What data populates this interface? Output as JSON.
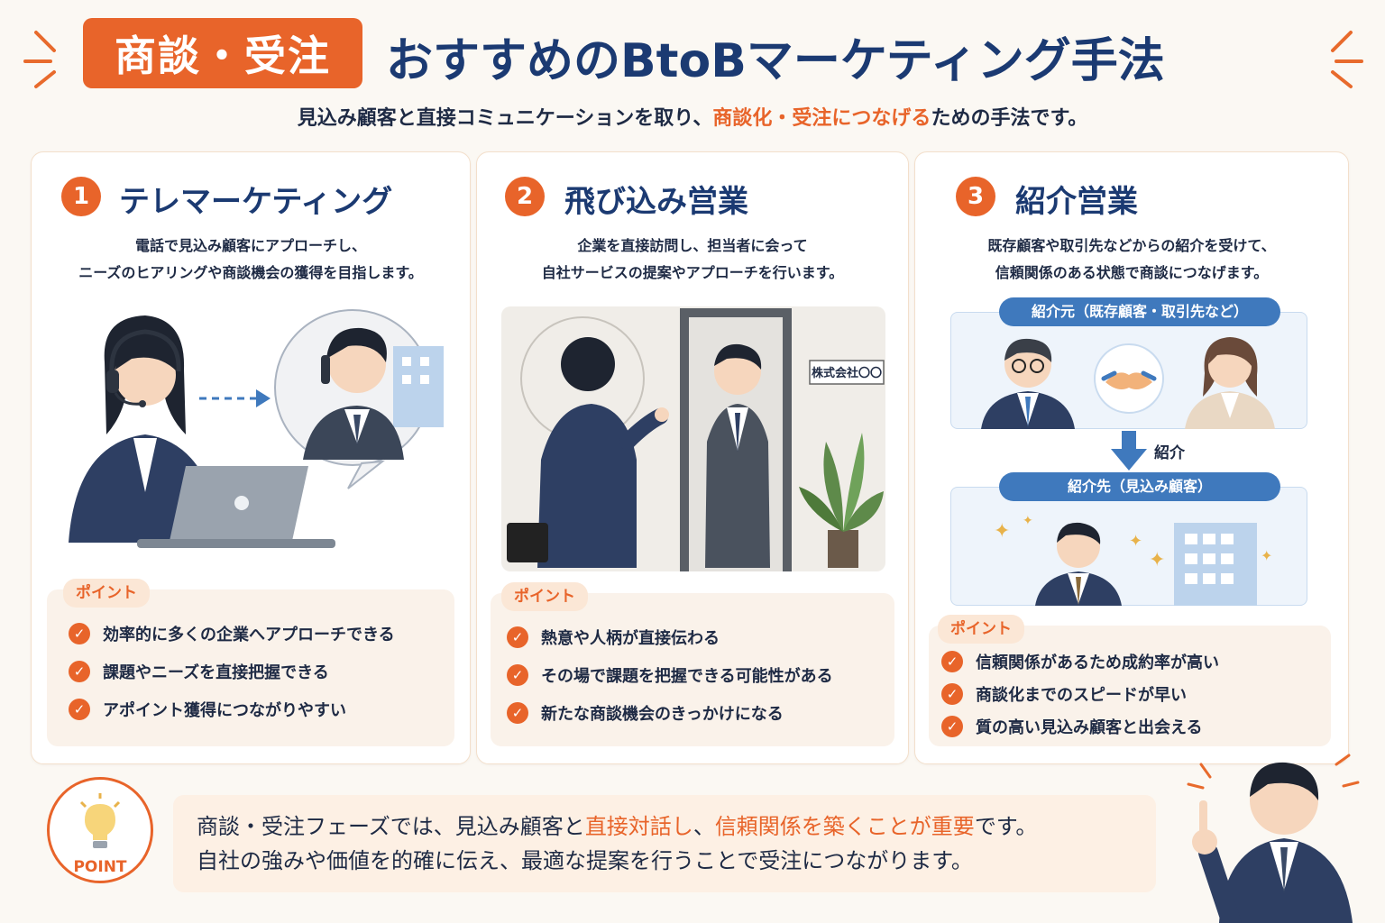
{
  "header": {
    "tag": "商談・受注",
    "title": "おすすめのBtoBマーケティング手法",
    "subtitle_pre": "見込み顧客と直接コミュニケーションを取り、",
    "subtitle_hl": "商談化・受注につなげる",
    "subtitle_post": "ための手法です。"
  },
  "colors": {
    "accent": "#e8642a",
    "navy": "#1b3a72",
    "blue": "#3f79bd"
  },
  "cards": [
    {
      "number": "1",
      "title": "テレマーケティング",
      "desc1": "電話で見込み顧客にアプローチし、",
      "desc2": "ニーズのヒアリングや商談機会の獲得を目指します。",
      "point_label": "ポイント",
      "points": [
        "効率的に多くの企業へアプローチできる",
        "課題やニーズを直接把握できる",
        "アポイント獲得につながりやすい"
      ]
    },
    {
      "number": "2",
      "title": "飛び込み営業",
      "desc1": "企業を直接訪問し、担当者に会って",
      "desc2": "自社サービスの提案やアプローチを行います。",
      "sign": "株式会社〇〇",
      "point_label": "ポイント",
      "points": [
        "熱意や人柄が直接伝わる",
        "その場で課題を把握できる可能性がある",
        "新たな商談機会のきっかけになる"
      ]
    },
    {
      "number": "3",
      "title": "紹介営業",
      "desc1": "既存顧客や取引先などからの紹介を受けて、",
      "desc2": "信頼関係のある状態で商談につなげます。",
      "source_label": "紹介元（既存顧客・取引先など）",
      "arrow_label": "紹介",
      "target_label": "紹介先（見込み顧客）",
      "point_label": "ポイント",
      "points": [
        "信頼関係があるため成約率が高い",
        "商談化までのスピードが早い",
        "質の高い見込み顧客と出会える"
      ]
    }
  ],
  "bottom": {
    "badge": "POINT",
    "line1_a": "商談・受注フェーズでは、見込み顧客と",
    "line1_hl1": "直接対話し",
    "line1_b": "、",
    "line1_hl2": "信頼関係を築くことが重要",
    "line1_c": "です。",
    "line2": "自社の強みや価値を的確に伝え、最適な提案を行うことで受注につながります。"
  }
}
